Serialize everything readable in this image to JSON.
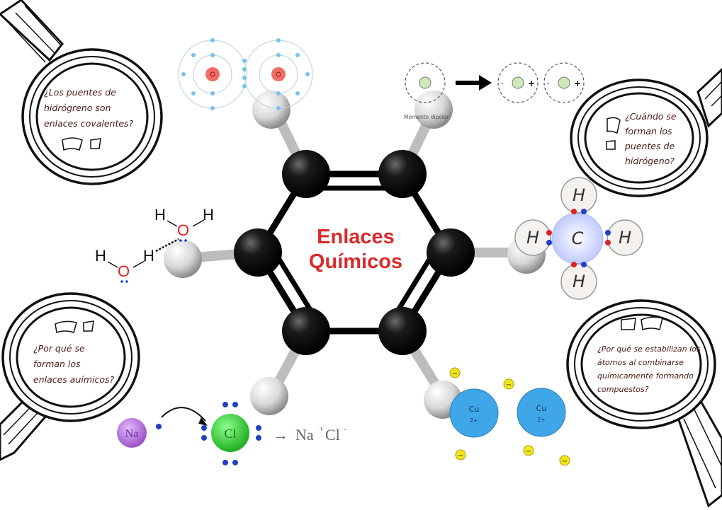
{
  "title_line1": "Enlaces",
  "title_line2": "Químicos",
  "questions": {
    "top_left": [
      "¿Los puentes de",
      "hidrógreno son",
      "enlaces covalentes?"
    ],
    "top_right": [
      "¿Cuándo se",
      "forman los",
      "puentes de",
      "hidrógeno?"
    ],
    "bottom_left": [
      "¿Por qué se",
      "forman los",
      "enlaces auímicos?"
    ],
    "bottom_right": [
      "¿Por qué se estabilizan los",
      "átomos al combinarse",
      "químicamente formando",
      "compuestos?"
    ]
  },
  "dipole_label": "Momento dipolar",
  "water": {
    "h": "H",
    "o": "O"
  },
  "methane": {
    "h": "H",
    "c": "C"
  },
  "nacl": {
    "na": "Na",
    "cl": "Cl",
    "arrow": "→",
    "product_na": "Na",
    "plus": "+",
    "product_cl": "Cl",
    "minus": "-"
  },
  "copper": {
    "symbol": "Cu",
    "charge": "2+",
    "electron": "−"
  },
  "colors": {
    "title": "#d92b2b",
    "question_text": "#4a1a14",
    "copper": "#3fa7e8",
    "na": "#b06ad8",
    "cl": "#37c437"
  }
}
